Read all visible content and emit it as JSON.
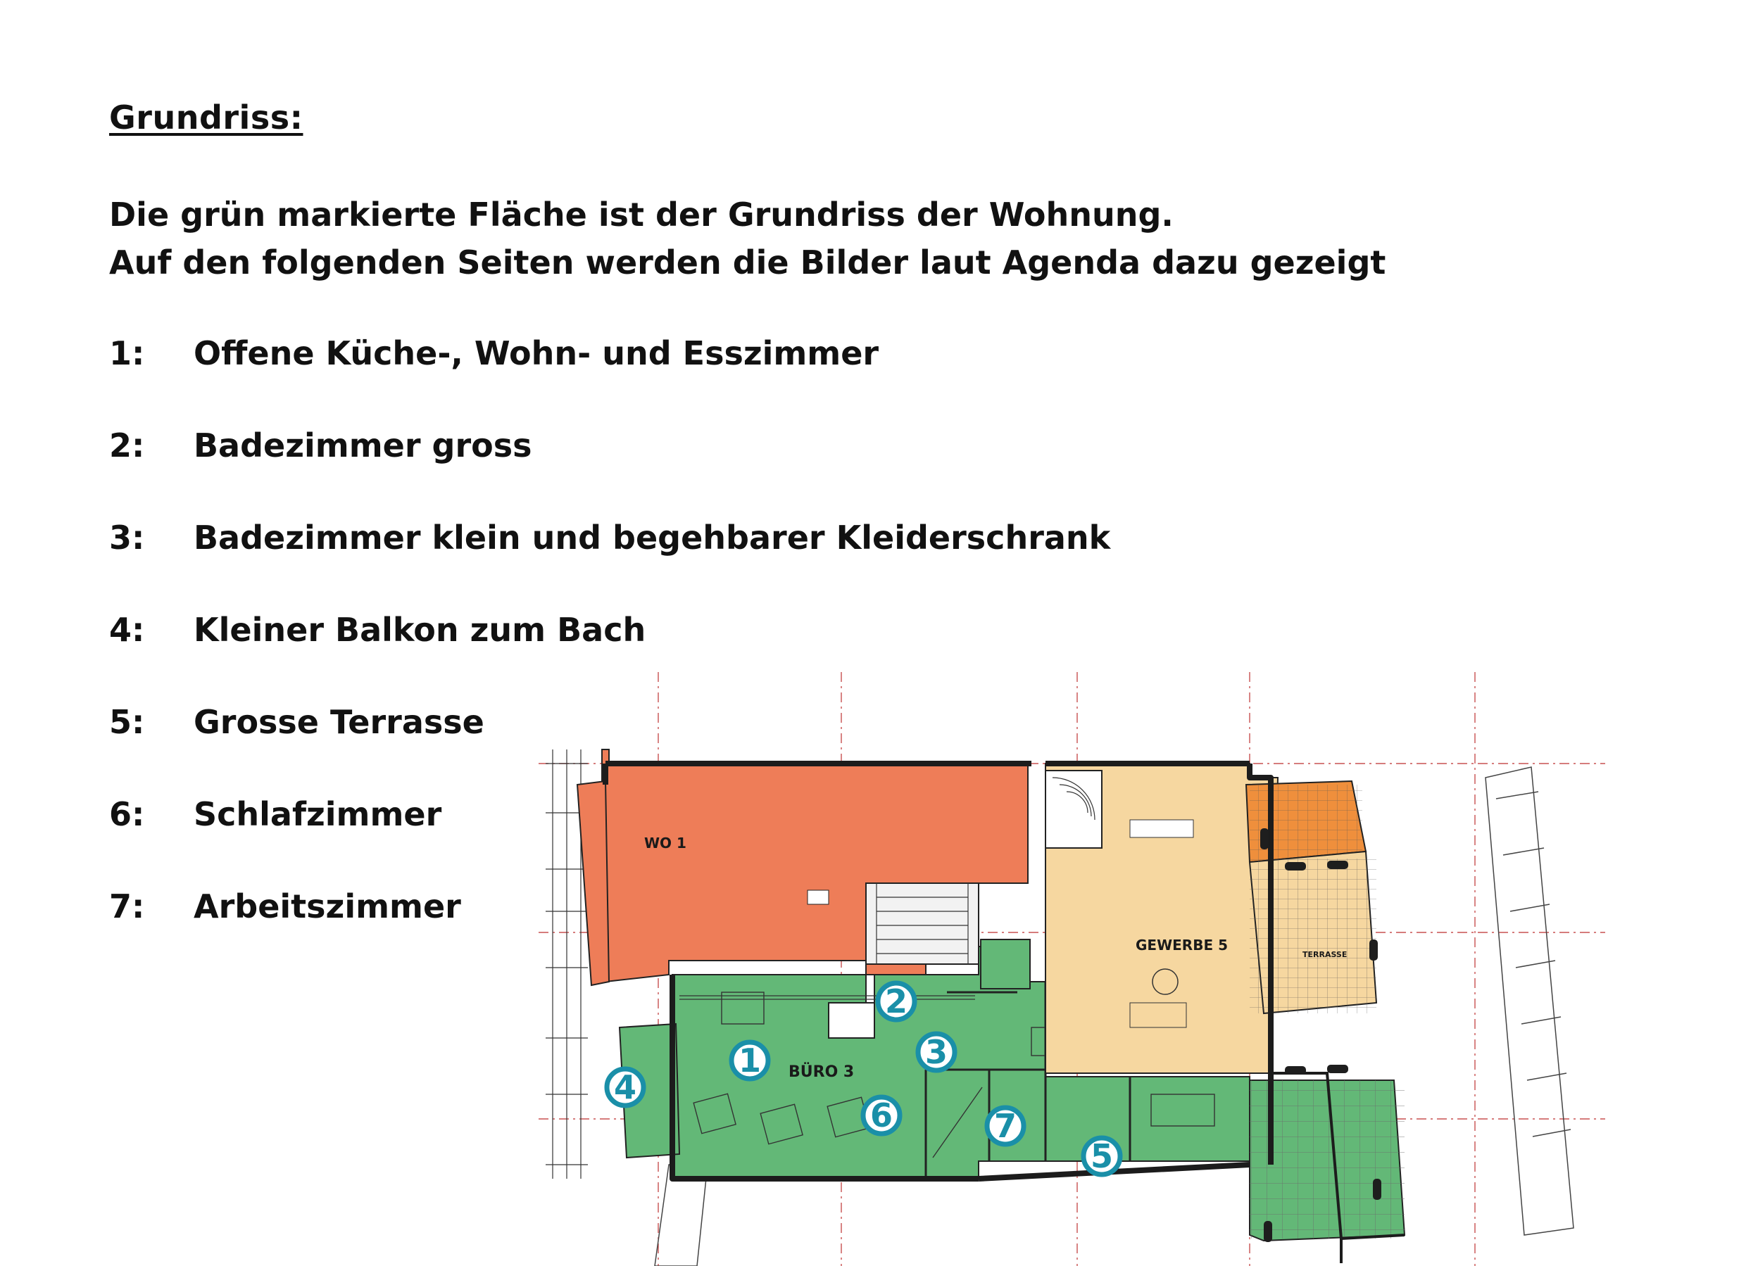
{
  "heading": "Grundriss:",
  "intro": {
    "line1": "Die grün markierte Fläche ist der Grundriss der Wohnung.",
    "line2": "Auf den folgenden Seiten werden die Bilder laut Agenda dazu gezeigt"
  },
  "agenda": [
    {
      "num": "1:",
      "label": "Offene Küche-, Wohn- und Esszimmer"
    },
    {
      "num": "2:",
      "label": "Badezimmer gross"
    },
    {
      "num": "3:",
      "label": "Badezimmer klein und begehbarer Kleiderschrank"
    },
    {
      "num": "4:",
      "label": "Kleiner Balkon zum Bach"
    },
    {
      "num": "5:",
      "label": "Grosse Terrasse"
    },
    {
      "num": "6:",
      "label": "Schlafzimmer"
    },
    {
      "num": "7:",
      "label": "Arbeitszimmer"
    }
  ],
  "floorplan": {
    "colors": {
      "marked_apartment": "#63b877",
      "upper_unit": "#ee7d58",
      "commercial_unit": "#f6d7a0",
      "terrace_orange": "#ef8f3c",
      "marker": "#1a8fa8"
    },
    "labels": {
      "wo1": "WO 1",
      "buero3": "BÜRO 3",
      "gewerbe": "GEWERBE 5",
      "terrasse": "TERRASSE"
    },
    "markers": [
      "1",
      "2",
      "3",
      "4",
      "5",
      "6",
      "7"
    ]
  }
}
